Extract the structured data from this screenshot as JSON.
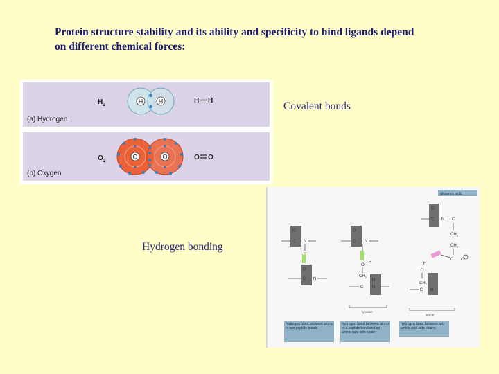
{
  "slide": {
    "heading": "Protein structure stability and its ability and specificity to bind ligands depend on different chemical forces:",
    "covalent_label": "Covalent bonds",
    "hbond_label": "Hydrogen bonding"
  },
  "covalent_figure": {
    "hydrogen_formula": "H",
    "hydrogen_formula_sub": "2",
    "hydrogen_atom": "H",
    "hydrogen_bond_left": "H",
    "hydrogen_bond_right": "H",
    "hydrogen_caption": "(a) Hydrogen",
    "oxygen_formula": "O",
    "oxygen_formula_sub": "2",
    "oxygen_atom": "O",
    "oxygen_bond_left": "O",
    "oxygen_bond_right": "O",
    "oxygen_caption": "(b) Oxygen"
  },
  "hbond_figure": {
    "amino_acid_tag": "glutamic acid",
    "atoms": {
      "O": "O",
      "C": "C",
      "N": "N",
      "H": "H",
      "CH2": "CH",
      "CH2_sub": "2"
    },
    "caption_1": "hydrogen bond between atoms of two peptide bonds",
    "caption_2": "hydrogen bond between atoms of a peptide bond and an amino acid side chain",
    "caption_3": "hydrogen bond between two amino acid side chains",
    "bracket_label_1": "tyrosine",
    "bracket_label_2": "serine"
  },
  "colors": {
    "background": "#fffdc8",
    "heading_text": "#1a1a6e",
    "label_text": "#2a2a7a",
    "strip": "#dcd3e8",
    "hydrogen_atom": "#cfe3ea",
    "oxygen_atom": "#ec6238",
    "electron": "#2f7fbf",
    "hbond_green": "#9fe06a",
    "hbond_pink": "#e79ad8",
    "caption_box": "#8fb2c7"
  }
}
